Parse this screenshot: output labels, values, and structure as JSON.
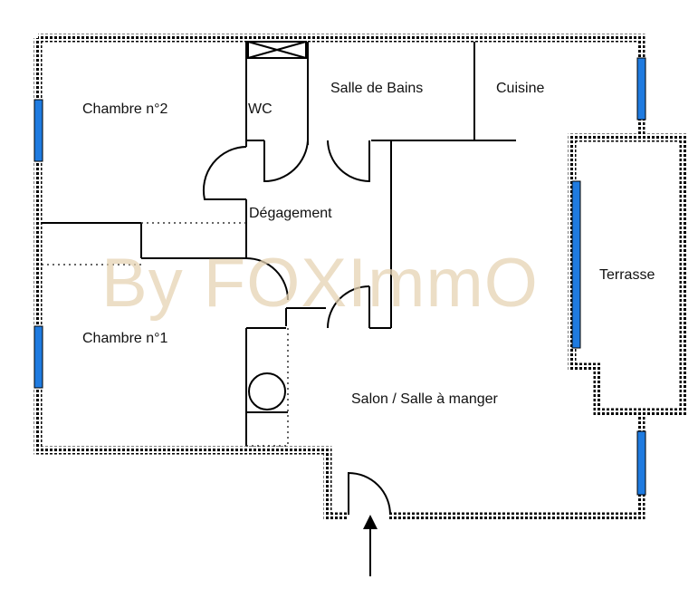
{
  "floor_plan": {
    "rooms": [
      {
        "key": "chambre2",
        "label": "Chambre n°2"
      },
      {
        "key": "wc",
        "label": "WC"
      },
      {
        "key": "sdb",
        "label": "Salle de Bains"
      },
      {
        "key": "cuisine",
        "label": "Cuisine"
      },
      {
        "key": "degagement",
        "label": "Dégagement"
      },
      {
        "key": "terrasse",
        "label": "Terrasse"
      },
      {
        "key": "chambre1",
        "label": "Chambre n°1"
      },
      {
        "key": "salon",
        "label": "Salon / Salle à manger"
      }
    ],
    "watermark": "By FOXImmO"
  },
  "colors": {
    "wall": "#000000",
    "window": "#1f7be0",
    "watermark": "#e6d3b3",
    "background": "#ffffff"
  }
}
